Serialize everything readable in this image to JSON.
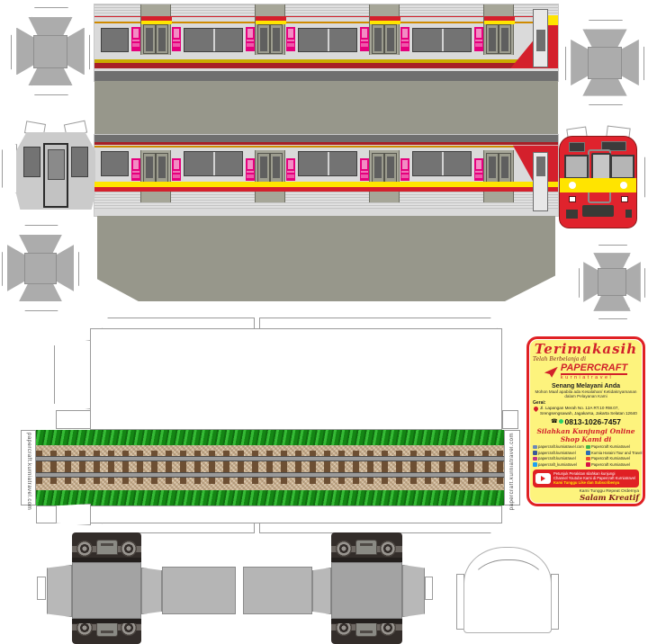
{
  "train": {
    "livery": {
      "red": "#d4202c",
      "yellow": "#ffe400",
      "dark_red": "#a81f26",
      "amber": "#cf8a00",
      "belt_yellow": "#c9ab00",
      "body_gray": "#dadada",
      "roof_gray": "#97978b",
      "dark_band": "#6f6f6f",
      "window_gray": "#737373",
      "door_olive": "#a6a698",
      "sticker_pink": "#e5007d",
      "cab_red": "#e0232d"
    }
  },
  "base_box": {
    "side_text_left": "papercraft.kurniatravel.com",
    "side_text_right": "papercraft.kurniatravel.com"
  },
  "card": {
    "title": "Terimakasih",
    "subtitle": "Telah Berbelanja di",
    "brand": "PAPERCRAFT",
    "brand_sub": "kurniatravel",
    "greeting": "Senang Melayani Anda",
    "apology_line1": "Mohon Maaf apabila ada Kesalahan/ Ketidaknyamanan",
    "apology_line2": "dalam Pelayanan Kami",
    "store_label": "Gerai:",
    "address_line1": "Jl. Lapangan Merah No. 12A RT.10 RW.07,",
    "address_line2": "Srengsengsawah, Jagakarsa, Jakarta Selatan 12640",
    "phone_icon": "☎",
    "phone": "0813-1026-7457",
    "online_shop_heading": "Silahkan Kunjungi Online Shop Kami di",
    "social_left": [
      {
        "icon": "globe-icon",
        "color": "#6b87b8",
        "text": "papercraft.kurniatravel.com"
      },
      {
        "icon": "facebook-icon",
        "color": "#3b5998",
        "text": "papercraft.kurniatravel"
      },
      {
        "icon": "instagram-icon",
        "color": "#c13584",
        "text": "papercraft.kurniatravel"
      },
      {
        "icon": "twitter-icon",
        "color": "#1da1f2",
        "text": "papercraft_kurniatravel"
      }
    ],
    "social_right": [
      {
        "icon": "tokopedia-icon",
        "color": "#42b549",
        "text": "Papercraft Kurniatravel"
      },
      {
        "icon": "travel-icon",
        "color": "#2d6cb5",
        "text": "Kurnia Haraini Tour and Travel"
      },
      {
        "icon": "shopee-icon",
        "color": "#ee4d2d",
        "text": "Papercraft Kurniatravel"
      },
      {
        "icon": "bukalapak-icon",
        "color": "#d71149",
        "text": "Papercraft Kurniatravel"
      }
    ],
    "youtube_line1": "Petunjuk Perakitan silahkan kunjungi",
    "youtube_line2": "Channel Youtube Kami di Papercraft Kurniatravel",
    "youtube_line3": "Kami Tunggu Like dan Subscribenya",
    "repeat_order": "Kami Tunggu Repeat Ordernya",
    "closing": "Salam Kreatif"
  }
}
